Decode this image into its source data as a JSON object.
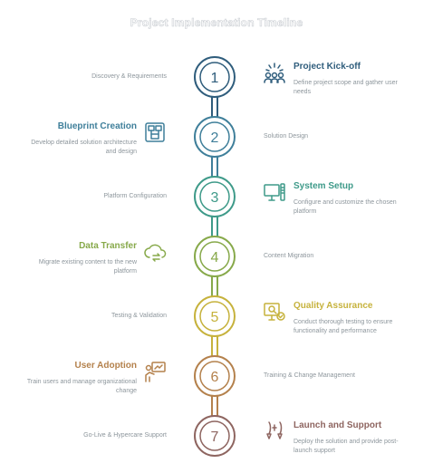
{
  "title": "Project Implementation Timeline",
  "steps": [
    {
      "num": "1",
      "phase": "Discovery & Requirements",
      "heading": "Project Kick-off",
      "desc": "Define project scope and gather user needs",
      "side": "right",
      "color": "#2f5d7c",
      "icon": "people-icon"
    },
    {
      "num": "2",
      "phase": "Solution Design",
      "heading": "Blueprint Creation",
      "desc": "Develop detailed solution architecture and design",
      "side": "left",
      "color": "#3f7f9a",
      "icon": "blueprint-icon"
    },
    {
      "num": "3",
      "phase": "Platform Configuration",
      "heading": "System Setup",
      "desc": "Configure and customize the chosen platform",
      "side": "right",
      "color": "#3e9a89",
      "icon": "computer-icon"
    },
    {
      "num": "4",
      "phase": "Content Migration",
      "heading": "Data Transfer",
      "desc": "Migrate existing content to the new platform",
      "side": "left",
      "color": "#87a94a",
      "icon": "cloud-sync-icon"
    },
    {
      "num": "5",
      "phase": "Testing & Validation",
      "heading": "Quality Assurance",
      "desc": "Conduct thorough testing to ensure functionality and performance",
      "side": "right",
      "color": "#c6b23c",
      "icon": "qa-icon"
    },
    {
      "num": "6",
      "phase": "Training & Change Management",
      "heading": "User Adoption",
      "desc": "Train users and manage organizational change",
      "side": "left",
      "color": "#b4814c",
      "icon": "presenter-icon"
    },
    {
      "num": "7",
      "phase": "Go-Live & Hypercare Support",
      "heading": "Launch and Support",
      "desc": "Deploy the solution and provide post-launch support",
      "side": "right",
      "color": "#8e6560",
      "icon": "rocket-icon"
    }
  ]
}
